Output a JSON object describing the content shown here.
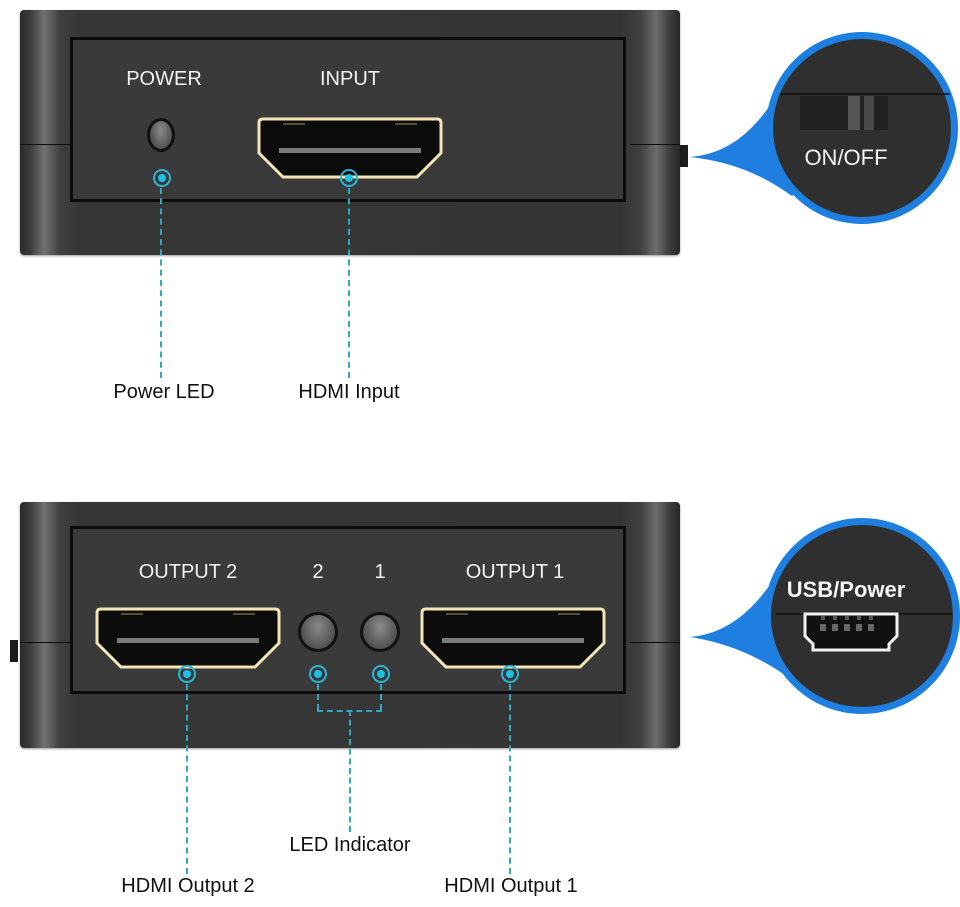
{
  "top_device": {
    "panel_labels": {
      "power": "POWER",
      "input": "INPUT"
    },
    "callouts": {
      "power_led": "Power LED",
      "hdmi_input": "HDMI Input"
    },
    "zoom_bubble": {
      "label": "ON/OFF",
      "component": "slide-switch"
    }
  },
  "bottom_device": {
    "panel_labels": {
      "output2": "OUTPUT 2",
      "led2": "2",
      "led1": "1",
      "output1": "OUTPUT 1"
    },
    "callouts": {
      "hdmi_output_2": "HDMI Output 2",
      "led_indicator": "LED Indicator",
      "hdmi_output_1": "HDMI Output 1"
    },
    "zoom_bubble": {
      "label": "USB/Power",
      "component": "mini-usb-port"
    }
  },
  "colors": {
    "device_body": "#353535",
    "panel": "#3a3a3a",
    "port_trim": "#f3e6b4",
    "callout_line": "#2fa8c6",
    "marker": "#1ec0e6",
    "bubble_ring": "#1e7fe0"
  }
}
